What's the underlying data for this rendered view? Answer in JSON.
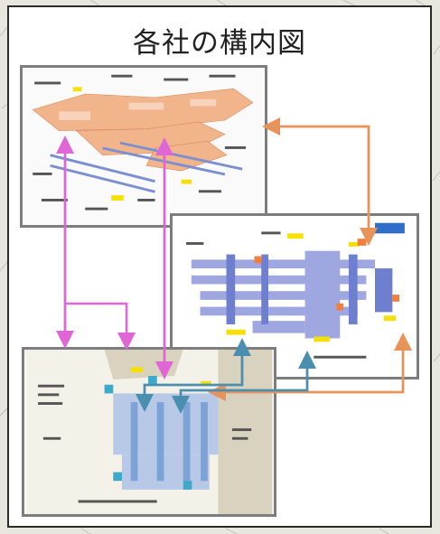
{
  "page": {
    "title": "各社の構内図"
  },
  "colors": {
    "frame": "#2a2a2a",
    "map_border": "#7d7d7d",
    "arrow_pink": "#e066d6",
    "arrow_orange": "#e8935a",
    "arrow_teal": "#4a8fb0"
  },
  "maps": [
    {
      "id": "map-company-a"
    },
    {
      "id": "map-company-b"
    },
    {
      "id": "map-company-c"
    }
  ]
}
